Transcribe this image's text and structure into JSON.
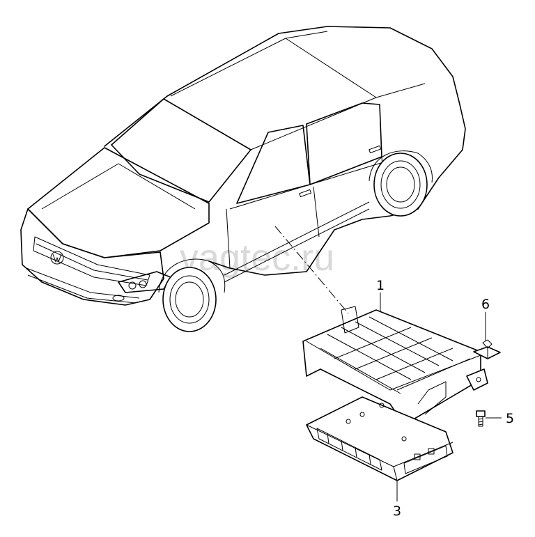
{
  "watermark": "vagtec.ru",
  "callouts": {
    "part_1": "1",
    "part_3": "3",
    "part_5": "5",
    "part_6": "6"
  }
}
